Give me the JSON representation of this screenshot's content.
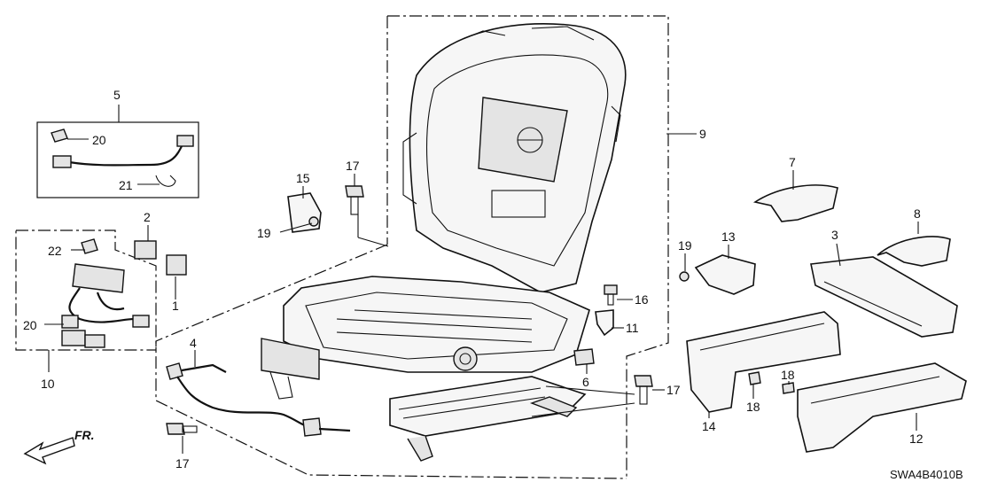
{
  "diagram": {
    "ref_code": "SWA4B4010B",
    "direction_label": "FR.",
    "part_numbers": [
      "1",
      "2",
      "3",
      "4",
      "5",
      "6",
      "7",
      "8",
      "9",
      "10",
      "11",
      "12",
      "13",
      "14",
      "15",
      "16",
      "17",
      "17",
      "17",
      "18",
      "18",
      "19",
      "19",
      "20",
      "20",
      "21",
      "22"
    ]
  }
}
